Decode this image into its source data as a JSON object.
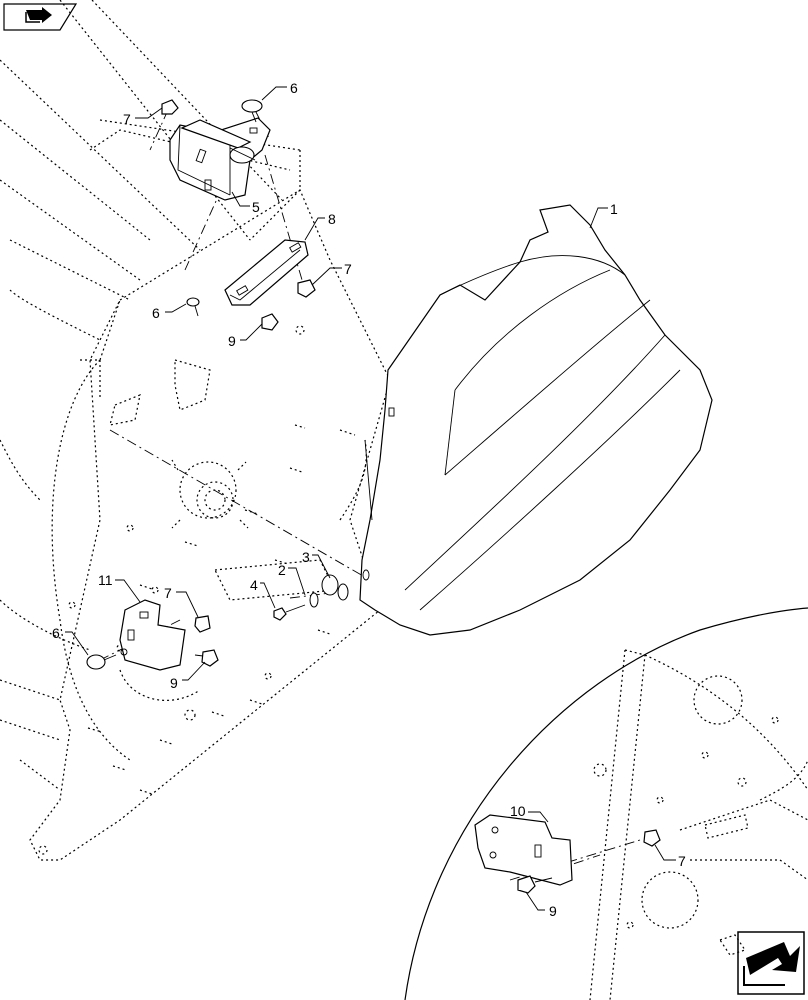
{
  "navigation": {
    "back_icon": "back-arrow-icon",
    "next_icon": "next-arrow-icon"
  },
  "callouts": [
    {
      "id": "c1",
      "label": "1"
    },
    {
      "id": "c2",
      "label": "2"
    },
    {
      "id": "c3",
      "label": "3"
    },
    {
      "id": "c4",
      "label": "4"
    },
    {
      "id": "c5",
      "label": "5"
    },
    {
      "id": "c6a",
      "label": "6"
    },
    {
      "id": "c6b",
      "label": "6"
    },
    {
      "id": "c6c",
      "label": "6"
    },
    {
      "id": "c7a",
      "label": "7"
    },
    {
      "id": "c7b",
      "label": "7"
    },
    {
      "id": "c7c",
      "label": "7"
    },
    {
      "id": "c7d",
      "label": "7"
    },
    {
      "id": "c8",
      "label": "8"
    },
    {
      "id": "c9a",
      "label": "9"
    },
    {
      "id": "c9b",
      "label": "9"
    },
    {
      "id": "c9c",
      "label": "9"
    },
    {
      "id": "c10",
      "label": "10"
    },
    {
      "id": "c11",
      "label": "11"
    }
  ]
}
